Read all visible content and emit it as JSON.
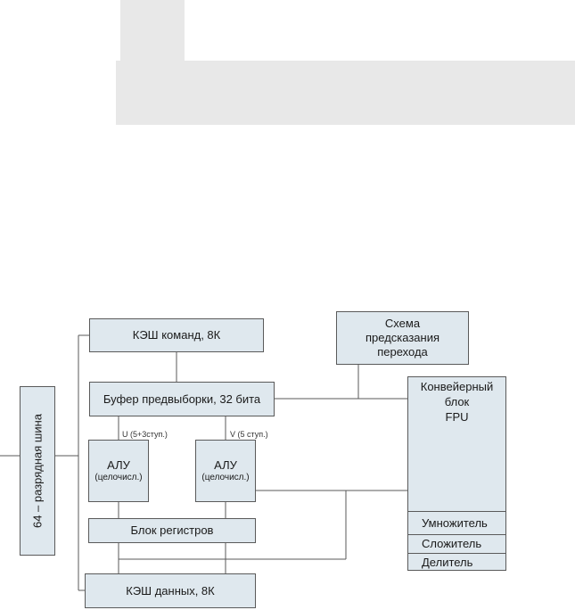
{
  "blocks": {
    "bus": "64 – разрядная шина",
    "icache": "КЭШ команд, 8К",
    "branch": [
      "Схема",
      "предсказания",
      "перехода"
    ],
    "prefetch": "Буфер предвыборки, 32 бита",
    "alu_u": {
      "title": "АЛУ",
      "sub": "(целочисл.)"
    },
    "alu_v": {
      "title": "АЛУ",
      "sub": "(целочисл.)"
    },
    "regs": "Блок регистров",
    "dcache": "КЭШ данных, 8К",
    "fpu": {
      "title": "Конвейерный\nблок\nFPU",
      "units": [
        "Умножитель",
        "Сложитель",
        "Делитель"
      ]
    }
  },
  "pipes": {
    "u": "U (5+3ступ.)",
    "v": "V (5 ступ.)"
  },
  "colors": {
    "box_fill": "#dfe8ee",
    "border": "#5a5a5a",
    "line": "#5a5a5a",
    "shape": "#e8e8e8"
  }
}
